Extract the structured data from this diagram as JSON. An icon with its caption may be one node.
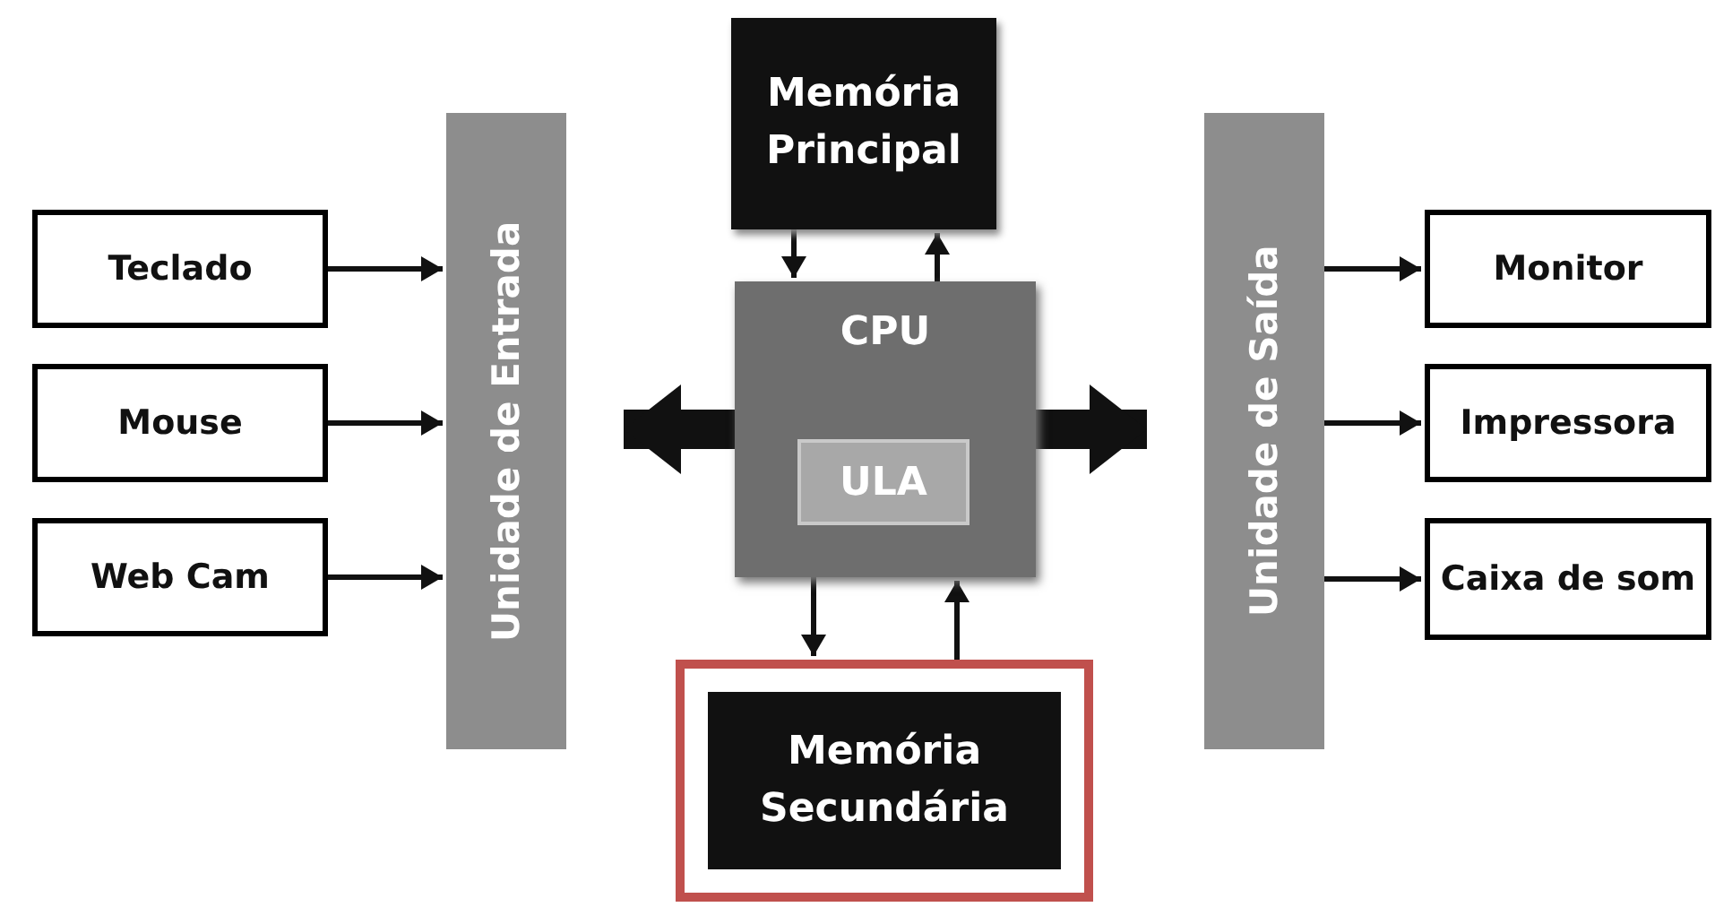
{
  "diagram": {
    "nodes": [
      {
        "text": [
          "Memória Principal"
        ]
      },
      {
        "text": [
          "Teclado"
        ]
      },
      {
        "text": [
          "Unidade de Entrada"
        ]
      },
      {
        "text": [
          "CPU"
        ]
      },
      {
        "text": [
          "ULA"
        ],
        "in": 3
      },
      {
        "text": [
          "Unidade de Saída"
        ]
      },
      {
        "text": [
          "Monitor"
        ]
      },
      {
        "text": [
          "Mouse"
        ]
      },
      {
        "text": [
          "Impressora"
        ]
      },
      {
        "text": [
          "Web Cam"
        ]
      },
      {
        "text": [
          "Caixa de som"
        ]
      },
      {
        "text": [
          "Memória Secundária"
        ]
      }
    ],
    "edges": [
      {
        "from": 1,
        "to": 2,
        "arrow": "to"
      },
      {
        "from": 7,
        "to": 2,
        "arrow": "to"
      },
      {
        "from": 9,
        "to": 2,
        "arrow": "to"
      },
      {
        "from": 3,
        "to": 2,
        "arrow": "to",
        "style": "thick"
      },
      {
        "from": 0,
        "to": 3,
        "arrow": "to"
      },
      {
        "from": 3,
        "to": 0,
        "arrow": "to"
      },
      {
        "from": 3,
        "to": 11,
        "arrow": "to"
      },
      {
        "from": 11,
        "to": 3,
        "arrow": "to"
      },
      {
        "from": 3,
        "to": 5,
        "arrow": "to",
        "style": "thick"
      },
      {
        "from": 5,
        "to": 6,
        "arrow": "to"
      },
      {
        "from": 5,
        "to": 8,
        "arrow": "to"
      },
      {
        "from": 5,
        "to": 10,
        "arrow": "to"
      }
    ]
  }
}
